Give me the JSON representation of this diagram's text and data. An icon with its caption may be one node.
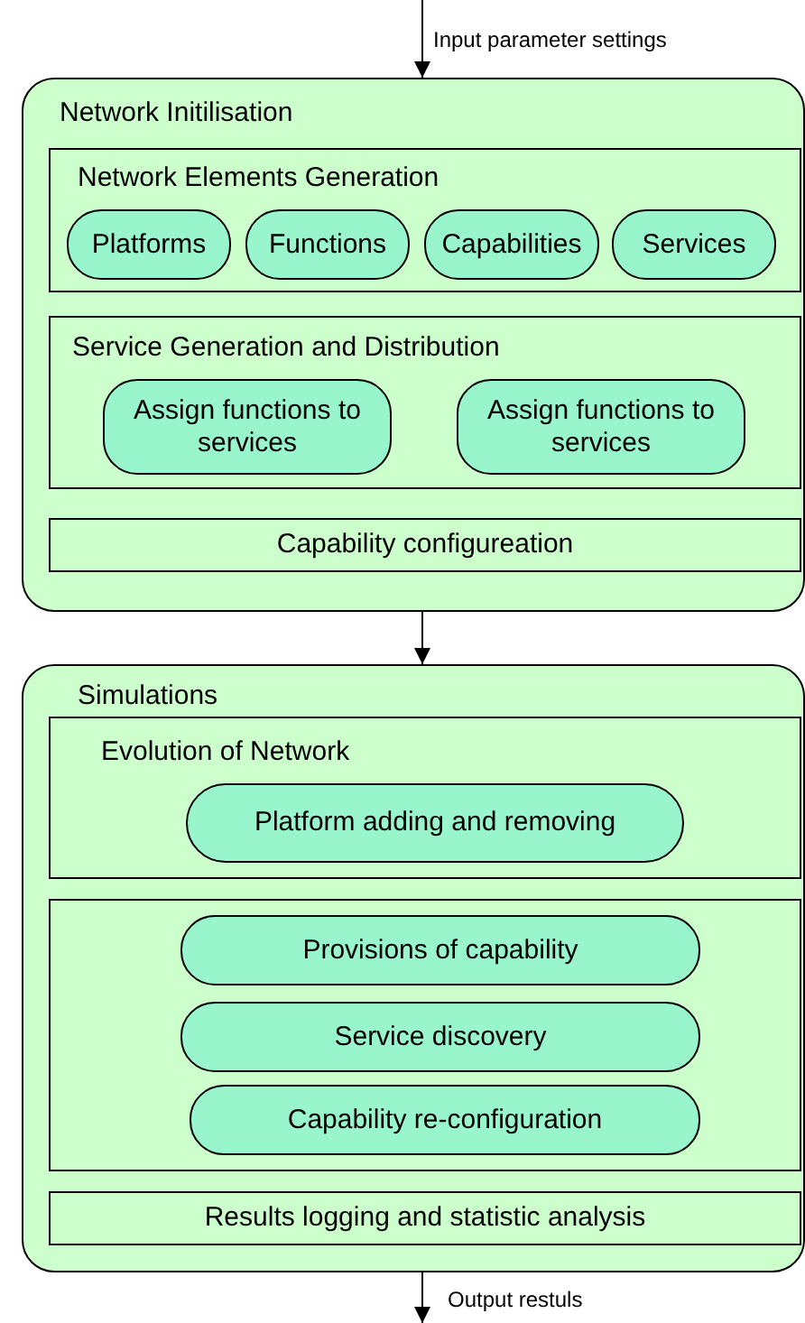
{
  "diagram": {
    "nodes": [
      {
        "text": [
          "Network Initilisation"
        ]
      },
      {
        "text": [
          "Network Elements Generation"
        ],
        "in": 0
      },
      {
        "text": [
          "Platforms"
        ],
        "in": 1
      },
      {
        "text": [
          "Functions"
        ],
        "in": 1
      },
      {
        "text": [
          "Capabilities"
        ],
        "in": 1
      },
      {
        "text": [
          "Services"
        ],
        "in": 1
      },
      {
        "text": [
          "Service Generation and Distribution"
        ],
        "in": 0
      },
      {
        "text": [
          "Assign functions to services"
        ],
        "in": 6
      },
      {
        "text": [
          "Assign functions to services"
        ],
        "in": 6
      },
      {
        "text": [
          "Capability configureation"
        ],
        "in": 0
      },
      {
        "text": [
          "Simulations"
        ]
      },
      {
        "text": [
          "Evolution of Network"
        ],
        "in": 10
      },
      {
        "text": [
          "Platform adding and removing"
        ],
        "in": 11
      },
      {
        "text": [],
        "shape": "box",
        "in": 10
      },
      {
        "text": [
          "Provisions of capability"
        ],
        "in": 13
      },
      {
        "text": [
          "Service discovery"
        ],
        "in": 13
      },
      {
        "text": [
          "Capability re-configuration"
        ],
        "in": 13
      },
      {
        "text": [
          "Results logging and statistic analysis"
        ],
        "in": 10
      }
    ],
    "edges": [
      {
        "from": null,
        "to": 0,
        "arrow": "to",
        "label": "Input parameter settings"
      },
      {
        "from": 0,
        "to": 10,
        "arrow": "to"
      },
      {
        "from": 10,
        "to": null,
        "arrow": "to",
        "label": "Output restuls"
      }
    ]
  }
}
